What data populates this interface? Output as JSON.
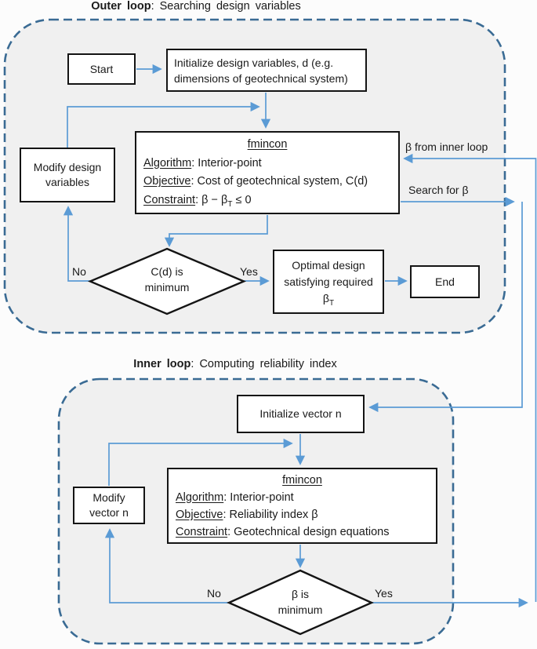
{
  "outer_loop": {
    "title_bold": "Outer loop",
    "title_rest": ": Searching design variables",
    "start_label": "Start",
    "initialize_text": "Initialize design variables, d (e.g. dimensions of geotechnical system)",
    "fmincon": {
      "title": "fmincon",
      "algorithm_label": "Algorithm",
      "algorithm_value": ": Interior-point",
      "objective_label": "Objective",
      "objective_value": ": Cost of geotechnical system, C(d)",
      "constraint_label": "Constraint",
      "constraint_pre": ": β − β",
      "constraint_sub": "T",
      "constraint_post": " ≤ 0"
    },
    "modify_text": "Modify design variables",
    "decision_line1": "C(d) is",
    "decision_line2": "minimum",
    "no_label": "No",
    "yes_label": "Yes",
    "optimal_line1": "Optimal design",
    "optimal_line2": "satisfying required",
    "optimal_beta": "β",
    "optimal_beta_sub": "T",
    "end_label": "End",
    "beta_from_inner_label": "β from inner loop",
    "search_for_beta_label": "Search for β"
  },
  "inner_loop": {
    "title_bold": "Inner loop",
    "title_rest": ": Computing reliability index",
    "initialize_text": "Initialize vector n",
    "fmincon": {
      "title": "fmincon",
      "algorithm_label": "Algorithm",
      "algorithm_value": ": Interior-point",
      "objective_label": "Objective",
      "objective_value": ": Reliability index β",
      "constraint_label": "Constraint",
      "constraint_value": ": Geotechnical design equations"
    },
    "modify_line1": "Modify",
    "modify_line2": "vector n",
    "decision_line1": "β is",
    "decision_line2": "minimum",
    "no_label": "No",
    "yes_label": "Yes"
  },
  "colors": {
    "connector_blue": "#5b9bd5",
    "dashed_border_blue": "#3a6b94",
    "loop_fill_gray": "#f0f0f0",
    "box_border_black": "#141414"
  }
}
